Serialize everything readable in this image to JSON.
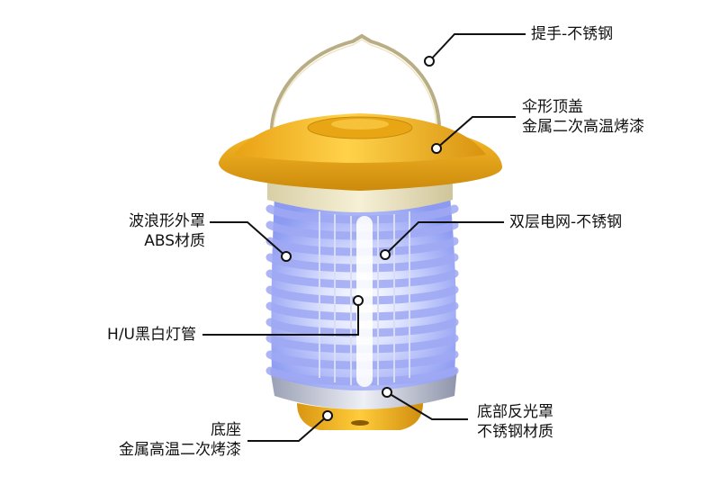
{
  "callouts": {
    "handle": {
      "lines": [
        "提手-不锈钢"
      ]
    },
    "top_cover": {
      "lines": [
        "伞形顶盖",
        "金属二次高温烤漆"
      ]
    },
    "outer_shell": {
      "lines": [
        "波浪形外罩",
        "ABS材质"
      ]
    },
    "electric_grid": {
      "lines": [
        "双层电网-不锈钢"
      ]
    },
    "lamp_tube": {
      "lines": [
        "H/U黑白灯管"
      ]
    },
    "base": {
      "lines": [
        "底座",
        "金属高温二次烤漆"
      ]
    },
    "reflector": {
      "lines": [
        "底部反光罩",
        "不锈钢材质"
      ]
    }
  },
  "colors": {
    "cap_yellow": "#f2b21c",
    "cap_shadow": "#d38f0c",
    "glow_blue": "#aeb8ff",
    "ring_cream": "#efe7c5",
    "leader_line": "#111111",
    "marker_fill": "#ffffff"
  }
}
